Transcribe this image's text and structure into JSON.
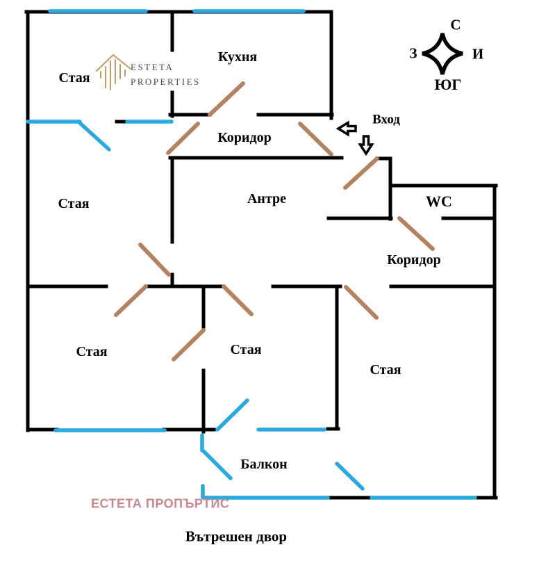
{
  "rooms": {
    "staya_top_left": "Стая",
    "kitchen": "Кухня",
    "corridor_top": "Коридор",
    "antre": "Антре",
    "entrance": "Вход",
    "wc": "WC",
    "corridor_right": "Коридор",
    "staya_mid_left": "Стая",
    "staya_bottom_left": "Стая",
    "staya_bottom_mid": "Стая",
    "staya_bottom_right": "Стая",
    "balcony": "Балкон",
    "courtyard": "Вътрешен двор"
  },
  "compass": {
    "north": "С",
    "east": "И",
    "west": "З",
    "south": "ЮГ"
  },
  "logo": {
    "line1": "ESTETA",
    "line2": "PROPERTIES"
  },
  "watermark": "ЕСТЕТА ПРОПЪРТИС",
  "colors": {
    "wall": "#000000",
    "window": "#2aa9e1",
    "door": "#b5825f",
    "logo-gold": "#c39b62",
    "logo-text": "#4a4a4a",
    "watermark": "#c9868d",
    "label": "#000000"
  }
}
